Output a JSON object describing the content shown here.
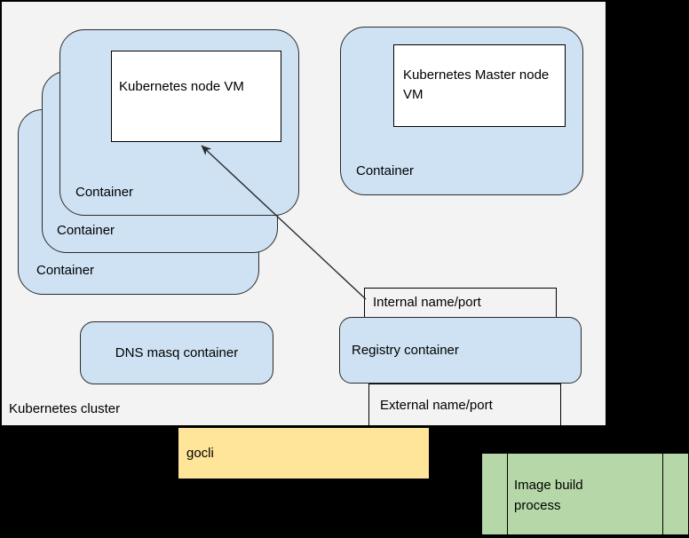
{
  "colors": {
    "background": "#000000",
    "cluster_fill": "#f3f3f3",
    "container_fill": "#cfe2f3",
    "white_fill": "#ffffff",
    "gocli_fill": "#ffe599",
    "image_build_fill": "#b6d7a8",
    "border": "#000000"
  },
  "cluster": {
    "label": "Kubernetes cluster"
  },
  "stack": {
    "back_label": "Container",
    "middle_label": "Container",
    "front_label": "Container",
    "vm_label": "Kubernetes node VM"
  },
  "master": {
    "container_label": "Container",
    "vm_label": "Kubernetes Master node VM"
  },
  "dns": {
    "label": "DNS masq container"
  },
  "registry": {
    "label": "Registry container",
    "internal_label": "Internal name/port",
    "external_label": "External name/port"
  },
  "gocli": {
    "label": "gocli"
  },
  "image_build": {
    "label": "Image build process"
  }
}
